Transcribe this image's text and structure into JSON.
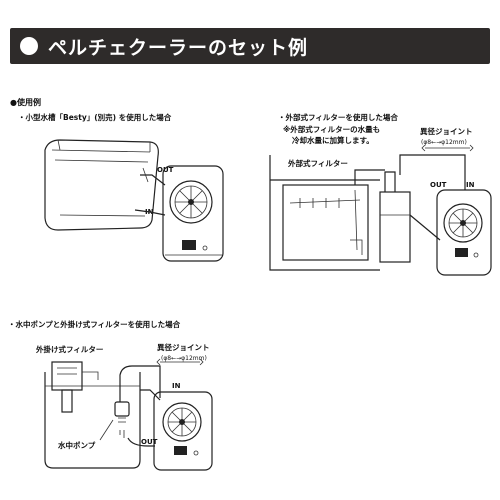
{
  "banner": {
    "title": "ペルチェクーラーのセット例"
  },
  "section_heading": "●使用例",
  "panel1": {
    "title": "・小型水槽「Besty」(別売) を使用した場合",
    "out_label": "OUT",
    "in_label": "IN"
  },
  "panel2": {
    "title": "・外部式フィルターを使用した場合",
    "note_line1": "※外部式フィルターの水量も",
    "note_line2": "冷却水量に加算します。",
    "joint_label": "異径ジョイント",
    "joint_spec": "(φ8←→φ12mm)",
    "filter_label": "外部式フィルター",
    "out_label": "OUT",
    "in_label": "IN"
  },
  "panel3": {
    "title": "・水中ポンプと外掛け式フィルターを使用した場合",
    "hang_filter_label": "外掛け式フィルター",
    "joint_label": "異径ジョイント",
    "joint_spec": "(φ8←→φ12mm)",
    "pump_label": "水中ポンプ",
    "in_label": "IN",
    "out_label": "OUT"
  },
  "colors": {
    "banner_bg": "#2e2b2a",
    "banner_text": "#ffffff",
    "line": "#222222"
  }
}
